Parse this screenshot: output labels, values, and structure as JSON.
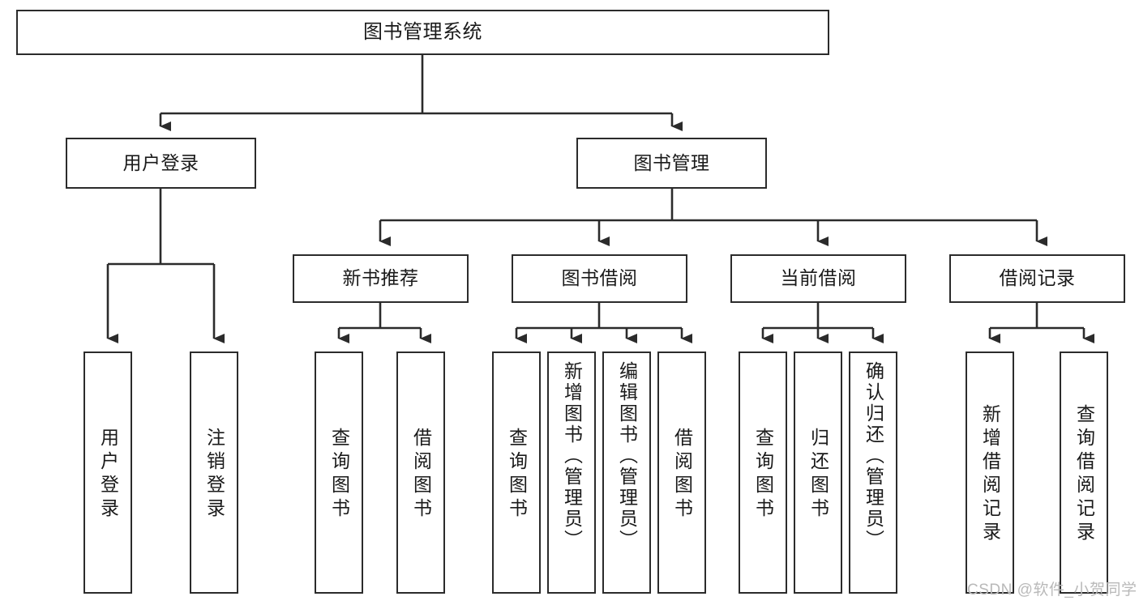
{
  "diagram": {
    "title": "图书管理系统",
    "type": "hierarchy-tree",
    "root": {
      "id": "root",
      "label": "图书管理系统"
    },
    "level1": [
      {
        "id": "user-login",
        "label": "用户登录"
      },
      {
        "id": "book-manage",
        "label": "图书管理"
      }
    ],
    "level2": [
      {
        "id": "new-book-rec",
        "label": "新书推荐",
        "parent": "book-manage"
      },
      {
        "id": "book-borrow",
        "label": "图书借阅",
        "parent": "book-manage"
      },
      {
        "id": "current-borrow",
        "label": "当前借阅",
        "parent": "book-manage"
      },
      {
        "id": "borrow-record",
        "label": "借阅记录",
        "parent": "book-manage"
      }
    ],
    "leaves": {
      "user_login": [
        {
          "id": "leaf-user-login",
          "label": "用户登录"
        },
        {
          "id": "leaf-logout",
          "label": "注销登录"
        }
      ],
      "new_book_rec": [
        {
          "id": "leaf-query-book-1",
          "label": "查询图书"
        },
        {
          "id": "leaf-borrow-book-1",
          "label": "借阅图书"
        }
      ],
      "book_borrow": [
        {
          "id": "leaf-query-book-2",
          "label": "查询图书"
        },
        {
          "id": "leaf-add-book",
          "label": "新增图书（管理员）"
        },
        {
          "id": "leaf-edit-book",
          "label": "编辑图书（管理员）"
        },
        {
          "id": "leaf-borrow-book-2",
          "label": "借阅图书"
        }
      ],
      "current_borrow": [
        {
          "id": "leaf-query-book-3",
          "label": "查询图书"
        },
        {
          "id": "leaf-return-book",
          "label": "归还图书"
        },
        {
          "id": "leaf-confirm-return",
          "label": "确认归还（管理员）"
        }
      ],
      "borrow_record": [
        {
          "id": "leaf-add-record",
          "label": "新增借阅记录"
        },
        {
          "id": "leaf-query-record",
          "label": "查询借阅记录"
        }
      ]
    }
  },
  "watermark": {
    "text": "CSDN @软件_小贺同学"
  },
  "colors": {
    "stroke": "#2b2b2b",
    "background": "#ffffff",
    "text": "#1a1a1a",
    "watermark": "#b9b9b9"
  }
}
